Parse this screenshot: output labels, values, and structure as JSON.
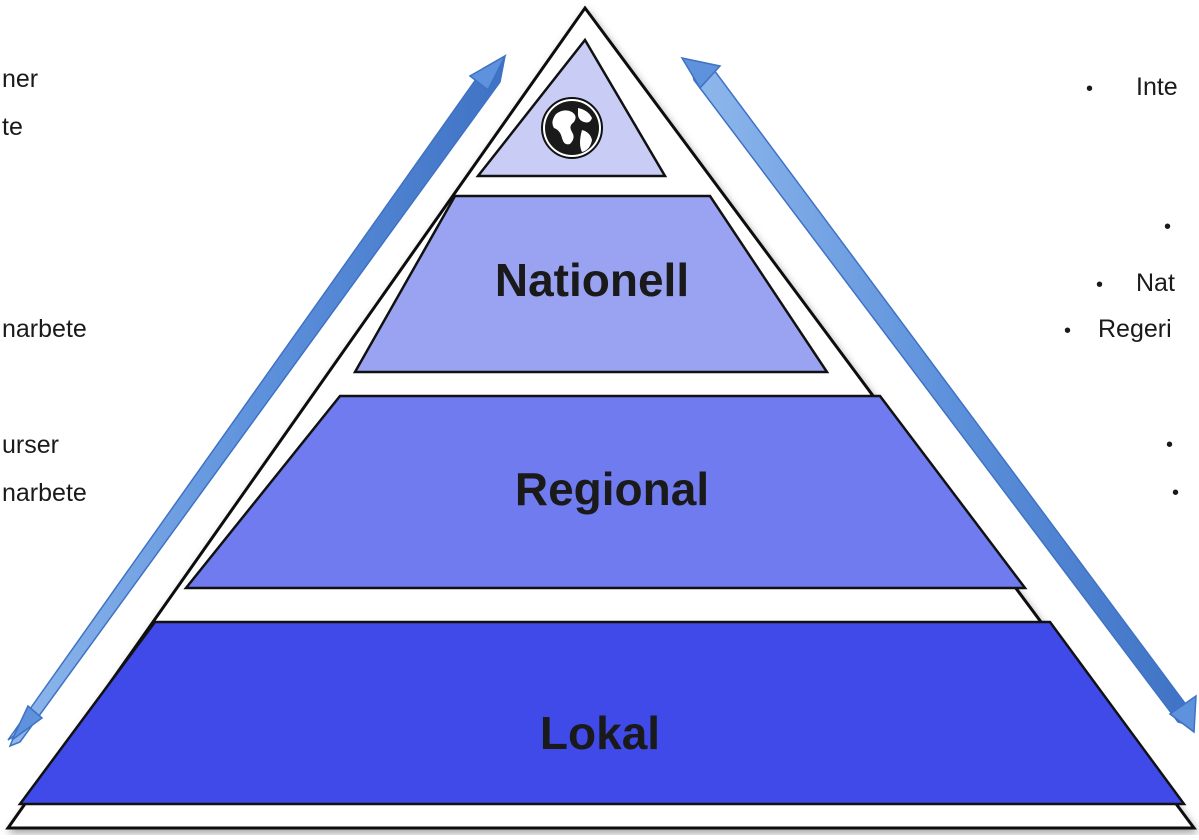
{
  "levels": [
    {
      "id": "international",
      "label": "",
      "icon": "globe-icon",
      "color": "#c9cdf5"
    },
    {
      "id": "nationell",
      "label": "Nationell",
      "color": "#9aa2f2"
    },
    {
      "id": "regional",
      "label": "Regional",
      "color": "#6f7bee"
    },
    {
      "id": "lokal",
      "label": "Lokal",
      "color": "#3f4ae8"
    }
  ],
  "left_text": [
    {
      "text": "ner"
    },
    {
      "text": "te"
    },
    {
      "text": "narbete"
    },
    {
      "text": "urser"
    },
    {
      "text": "narbete"
    }
  ],
  "right_text": [
    {
      "text": "Inte"
    },
    {
      "text": ""
    },
    {
      "text": "Nat"
    },
    {
      "text": "Regeri"
    },
    {
      "text": ""
    },
    {
      "text": ""
    }
  ],
  "bullet_char": "•",
  "colors": {
    "arrow": "#6a9ee0",
    "arrow_dark": "#3f72c4",
    "outline": "#111111"
  }
}
